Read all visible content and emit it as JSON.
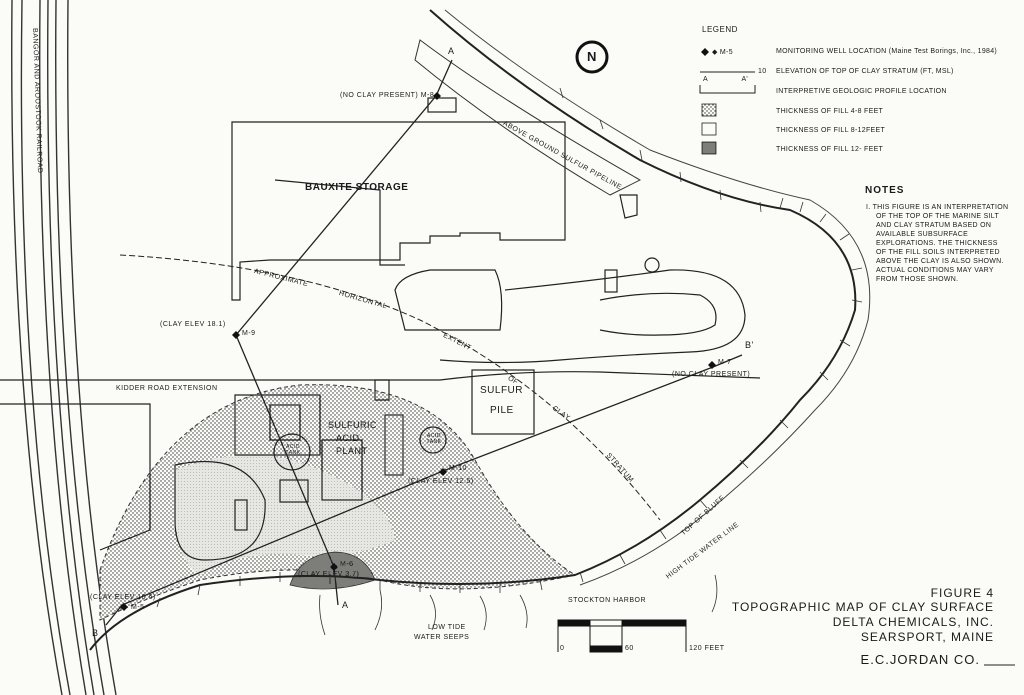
{
  "legend": {
    "title": "LEGEND",
    "items": [
      {
        "symbol": "◆ M-5",
        "text": "MONITORING WELL LOCATION (Maine Test Borings, Inc., 1984)"
      },
      {
        "symbol": "10",
        "text": "ELEVATION OF TOP OF CLAY STRATUM (FT, MSL)"
      },
      {
        "symbol": "A  A'",
        "text": "INTERPRETIVE GEOLOGIC PROFILE LOCATION"
      },
      {
        "symbol": "",
        "text": "THICKNESS OF FILL  4-8 FEET"
      },
      {
        "symbol": "",
        "text": "THICKNESS OF FILL  8-12FEET"
      },
      {
        "symbol": "",
        "text": "THICKNESS OF FILL  12- FEET"
      }
    ]
  },
  "notes": {
    "heading": "NOTES",
    "lines": [
      "I. THIS FIGURE IS AN INTERPRETATION",
      "OF THE TOP OF THE MARINE SILT",
      "AND CLAY STRATUM BASED ON",
      "AVAILABLE SUBSURFACE",
      "EXPLORATIONS. THE THICKNESS",
      "OF THE FILL SOILS INTERPRETED",
      "ABOVE THE CLAY IS ALSO SHOWN.",
      "ACTUAL CONDITIONS MAY VARY",
      "FROM THOSE SHOWN."
    ]
  },
  "labels": {
    "railroad": "BANGOR AND AROOSTOOK RAILROAD",
    "bauxite": "BAUXITE    STORAGE",
    "sulfur_pipeline": "ABOVE GROUND SULFUR PIPELINE",
    "kidder_road": "KIDDER ROAD EXTENSION",
    "sulfur_pile_1": "SULFUR",
    "sulfur_pile_2": "PILE",
    "sulfuric_1": "SULFURIC",
    "sulfuric_2": "ACID",
    "sulfuric_3": "PLANT",
    "acid_tank_1": "ACID TANK",
    "acid_tank_2": "ACID TANK",
    "approx": "APPROXIMATE",
    "horizontal": "HORIZONTAL",
    "extent": "EXTENT",
    "of": "OF",
    "clay": "CLAY",
    "stratum": "STRATUM",
    "top_bluff": "TOP OF BLUFF",
    "high_tide": "HIGH TIDE WATER LINE",
    "stockton": "STOCKTON HARBOR",
    "seeps_1": "LOW TIDE",
    "seeps_2": "WATER SEEPS",
    "north": "N"
  },
  "wells": {
    "m8": "(NO CLAY PRESENT) M-8",
    "m9_elev": "(CLAY ELEV 18.1)",
    "m9": "M-9",
    "m7_id": "M-7",
    "m7": "(NO CLAY PRESENT)",
    "m10_id": "M-10",
    "m10": "(CLAY ELEV 12.5)",
    "m6_id": "M-6",
    "m6": "(CLAY ELEV 3.7)",
    "m5_elev": "(CLAY ELEV 10.6)",
    "m5": "M-5"
  },
  "profile_labels": {
    "a_top": "A",
    "b_prime": "B'",
    "b": "B",
    "a_bottom": "A"
  },
  "scale": {
    "t0": "0",
    "t60": "60",
    "t120": "120 FEET"
  },
  "figure": {
    "number": "FIGURE 4",
    "title": "TOPOGRAPHIC MAP OF CLAY SURFACE",
    "client": "DELTA CHEMICALS, INC.",
    "location": "SEARSPORT, MAINE",
    "firm": "E.C.JORDAN CO."
  }
}
